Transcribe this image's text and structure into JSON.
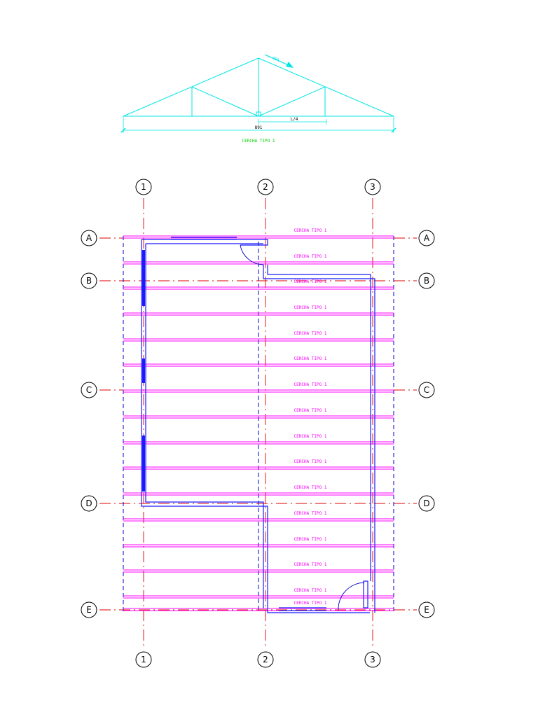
{
  "truss": {
    "slope_label": "45%",
    "span_label": "891",
    "panel_label": "L/4",
    "title": "CERCHA TIPO 1",
    "color": "#00e5e5",
    "dim_color": "#000000",
    "title_color": "#00cc00"
  },
  "grid": {
    "columns": [
      "1",
      "2",
      "3"
    ],
    "rows": [
      "A",
      "B",
      "C",
      "D",
      "E"
    ],
    "line_color": "#e00000",
    "bubble_color": "#000000"
  },
  "trusses": {
    "label": "CERCHA TIPO 1",
    "color": "#ff00ff",
    "count": 16
  },
  "walls": {
    "color": "#1a1aff",
    "outline_color": "#0000cc"
  }
}
